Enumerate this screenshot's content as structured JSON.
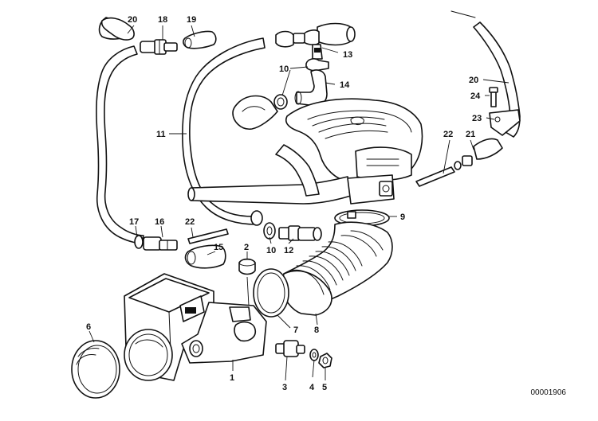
{
  "diagram": {
    "reference_number": "00001906",
    "callouts": [
      {
        "id": "c20a",
        "text": "20"
      },
      {
        "id": "c18",
        "text": "18"
      },
      {
        "id": "c19",
        "text": "19"
      },
      {
        "id": "c13",
        "text": "13"
      },
      {
        "id": "c10a",
        "text": "10"
      },
      {
        "id": "c14",
        "text": "14"
      },
      {
        "id": "c11",
        "text": "11"
      },
      {
        "id": "c20b",
        "text": "20"
      },
      {
        "id": "c24",
        "text": "24"
      },
      {
        "id": "c23",
        "text": "23"
      },
      {
        "id": "c22a",
        "text": "22"
      },
      {
        "id": "c21",
        "text": "21"
      },
      {
        "id": "c9",
        "text": "9"
      },
      {
        "id": "c17",
        "text": "17"
      },
      {
        "id": "c16",
        "text": "16"
      },
      {
        "id": "c22b",
        "text": "22"
      },
      {
        "id": "c15",
        "text": "15"
      },
      {
        "id": "c2",
        "text": "2"
      },
      {
        "id": "c10b",
        "text": "10"
      },
      {
        "id": "c12",
        "text": "12"
      },
      {
        "id": "c7",
        "text": "7"
      },
      {
        "id": "c8",
        "text": "8"
      },
      {
        "id": "c6",
        "text": "6"
      },
      {
        "id": "c1",
        "text": "1"
      },
      {
        "id": "c3",
        "text": "3"
      },
      {
        "id": "c4",
        "text": "4"
      },
      {
        "id": "c5",
        "text": "5"
      }
    ]
  }
}
